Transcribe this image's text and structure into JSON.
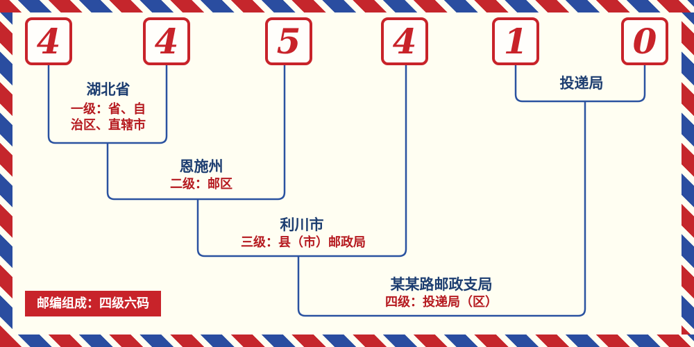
{
  "postal_code": {
    "digits": [
      "4",
      "4",
      "5",
      "4",
      "1",
      "0"
    ]
  },
  "levels": {
    "province": {
      "name": "湖北省",
      "desc_lines": [
        "一级：省、自",
        "治区、直辖市"
      ]
    },
    "district": {
      "name": "恩施州",
      "desc": "二级：邮区"
    },
    "county": {
      "name": "利川市",
      "desc": "三级：县（市）邮政局"
    },
    "branch": {
      "name": "某某路邮政支局",
      "desc": "四级：投递局（区）"
    },
    "delivery_office": {
      "name": "投递局"
    }
  },
  "footer": {
    "composition_note": "邮编组成：四级六码"
  },
  "colors": {
    "digit_red": "#c8232a",
    "line_blue": "#2a52a0",
    "label_navy": "#1c3d70",
    "desc_red": "#b5191f",
    "background_cream": "#fffef2",
    "border_stripe_red": "#c5262c",
    "border_stripe_blue": "#2a4da0"
  }
}
